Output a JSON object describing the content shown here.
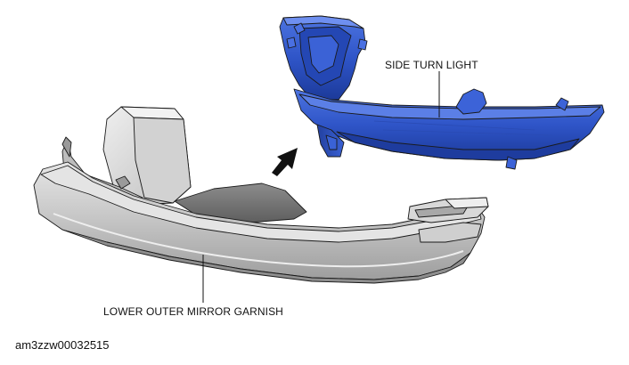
{
  "labels": {
    "side_turn_light": "SIDE TURN LIGHT",
    "lower_outer_mirror_garnish": "LOWER OUTER MIRROR GARNISH"
  },
  "image_code": "am3zzw00032515",
  "colors": {
    "side_turn_light_part": "#2f55c8",
    "garnish_part": "#c9c9c9",
    "outline": "#1a1a1a"
  },
  "icons": {
    "arrow": "install-direction-arrow"
  }
}
